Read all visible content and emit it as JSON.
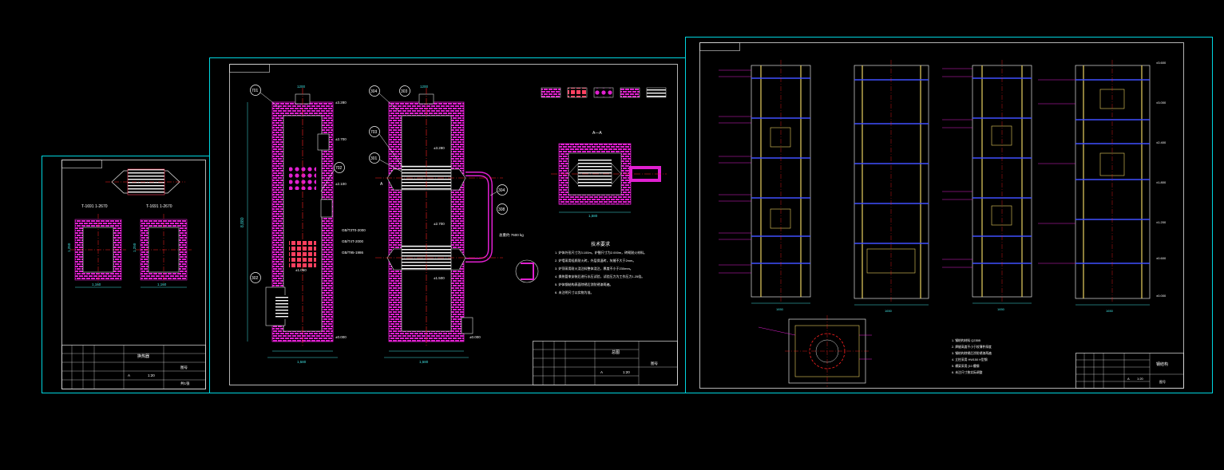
{
  "colors": {
    "background": "#000000",
    "frame": "#00d6e0",
    "wall_hatch": "#e020d0",
    "structure": "#e0e0e0",
    "column": "#e8d060",
    "beam": "#4050ff",
    "centerline": "#ff2020",
    "dimension": "#40e0e0",
    "callout": "#e020d0",
    "text": "#ffffff"
  },
  "sheet_left": {
    "section_labels": [
      "T-1691 1-2670",
      "T-1691 1-2670"
    ],
    "dims_bottom": [
      "1,160",
      "1,160"
    ],
    "dim_side": [
      "1,250",
      "1,250"
    ],
    "title_block": {
      "name": "换热器",
      "drawing_no": "图号",
      "sheet": "共1张",
      "revision": "A",
      "scale": "1:20"
    }
  },
  "sheet_middle": {
    "callouts": [
      "701",
      "302",
      "304",
      "303",
      "703",
      "301",
      "702",
      "304",
      "308"
    ],
    "elevations": [
      "±3.280",
      "±2.700",
      "±2.100",
      "±1.050",
      "±0.000",
      "±3.280",
      "±2.700",
      "±1.500",
      "±0.000"
    ],
    "dims_overall": "8,880",
    "dims_bottom": [
      "1,580",
      "1,580"
    ],
    "dims_top": [
      "1200",
      "1200"
    ],
    "notes_side": [
      "GB/T3T0-2000",
      "GB/T4T-2000",
      "GB/T95-1986"
    ],
    "section_title": "A—A",
    "section_dim": "1,580",
    "label_A": "A",
    "materials_title": "技术要求",
    "notes": [
      "1. 炉体外形尺寸为3.100m，炉膛尺寸为2.000m，砖砌耐火材料。",
      "2. 炉墙采用轻质耐火砖，外层保温砖，灰缝不大于2mm。",
      "3. 炉顶采用耐火浇注料整体浇注，厚度不小于230mm。",
      "4. 换热管束安装后进行水压试验，试验压力为工作压力1.25倍。",
      "5. 炉体钢结构表面除锈后涂防锈漆两遍。",
      "6. 未注明尺寸以实物为准。"
    ],
    "weight_note": "总重约 7600 kg",
    "title_block": {
      "name": "总图",
      "drawing_no": "图号",
      "revision": "A",
      "scale": "1:20"
    }
  },
  "sheet_right": {
    "elevations": [
      "±3.600",
      "±3.000",
      "±2.400",
      "±1.800",
      "±1.200",
      "±0.600",
      "±0.000"
    ],
    "bottom_dims": [
      "1650",
      "1650",
      "1650",
      "1650"
    ],
    "notes": [
      "1. 钢结构材料 Q235B",
      "2. 焊缝高度不小于较薄件厚度",
      "3. 钢结构除锈后涂防锈漆两遍",
      "4. 立柱采用 HW150 H型钢",
      "5. 横梁采用 [10 槽钢",
      "6. 未注尺寸按实际调整"
    ],
    "title_block": {
      "name": "钢结构",
      "drawing_no": "图号",
      "revision": "A",
      "scale": "1:20"
    }
  }
}
